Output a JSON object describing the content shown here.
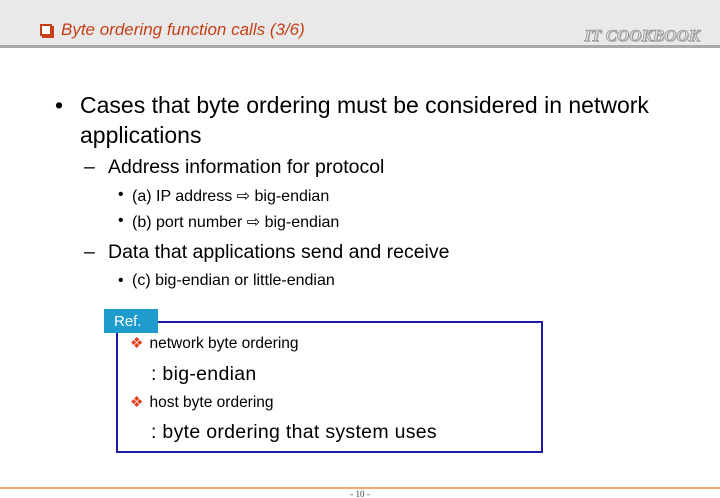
{
  "header": {
    "title_icon": "square-bullet-icon",
    "title": "Byte ordering function calls (3/6)",
    "brand": "IT COOKBOOK"
  },
  "body": {
    "main_bullet": {
      "symbol": "•",
      "text": "Cases that byte ordering must be considered in network applications"
    },
    "sections": [
      {
        "symbol": "–",
        "text": "Address information for protocol",
        "items": [
          {
            "symbol": "•",
            "text": "(a) IP address ⇨ big-endian"
          },
          {
            "symbol": "•",
            "text": "(b) port number ⇨ big-endian"
          }
        ]
      },
      {
        "symbol": "–",
        "text": "Data that applications send and receive",
        "items": [
          {
            "symbol": "•",
            "text": "(c) big-endian or little-endian"
          }
        ]
      }
    ]
  },
  "ref_box": {
    "label": "Ref.",
    "entries": [
      {
        "icon": "diamond-bullet-icon",
        "symbol": "❖",
        "term": "network byte ordering",
        "definition": ": big-endian"
      },
      {
        "icon": "diamond-bullet-icon",
        "symbol": "❖",
        "term": "host byte ordering",
        "definition": ": byte ordering that system uses"
      }
    ]
  },
  "footer": {
    "page_number": "- 10 -"
  },
  "colors": {
    "title": "#c4401a",
    "ref_label_bg": "#1d9ccd",
    "ref_border": "#1c1ca8",
    "diamond": "#e0401c",
    "footer_line": "#ecae6a",
    "header_bg": "#e9e9e9"
  }
}
